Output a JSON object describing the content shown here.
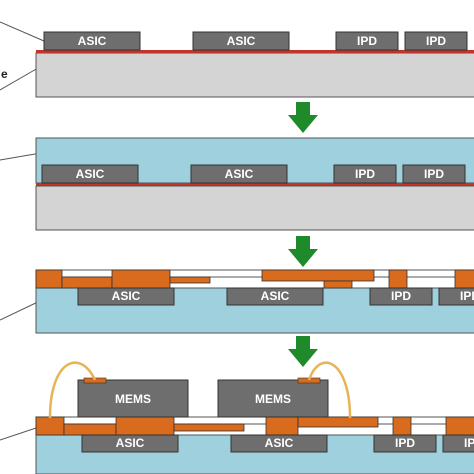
{
  "stages": [
    {
      "chips": [
        {
          "label": "ASIC"
        },
        {
          "label": "ASIC"
        },
        {
          "label": "IPD"
        },
        {
          "label": "IPD"
        }
      ]
    },
    {
      "chips": [
        {
          "label": "ASIC"
        },
        {
          "label": "ASIC"
        },
        {
          "label": "IPD"
        },
        {
          "label": "IPD"
        }
      ]
    },
    {
      "chips": [
        {
          "label": "ASIC"
        },
        {
          "label": "ASIC"
        },
        {
          "label": "IPD"
        },
        {
          "label": "IPD"
        }
      ]
    },
    {
      "mems": [
        {
          "label": "MEMS"
        },
        {
          "label": "MEMS"
        }
      ],
      "chips": [
        {
          "label": "ASIC"
        },
        {
          "label": "ASIC"
        },
        {
          "label": "IPD"
        },
        {
          "label": "IPD"
        }
      ]
    }
  ],
  "cut_off_label": {
    "text": "e"
  },
  "colors": {
    "substrate": "#d4d4d4",
    "mold": "#9fd0de",
    "chip": "#6e6e6e",
    "copper": "#d86b1e",
    "dielectric": "#ffffff",
    "adhesive": "#c0352a",
    "wire": "#e6b457",
    "arrow": "#1f8a2a",
    "outline": "#333333"
  },
  "icons": {
    "arrow": "down-arrow-icon"
  }
}
